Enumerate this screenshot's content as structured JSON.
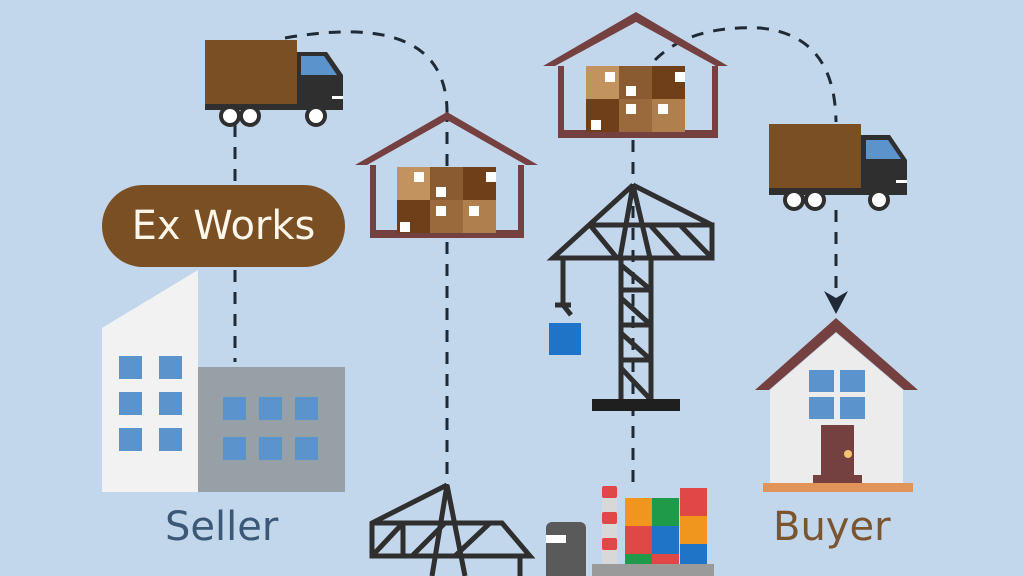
{
  "diagram": {
    "title": "Ex Works",
    "nodes": [
      {
        "id": "seller",
        "label": "Seller",
        "icon": "factory-building-icon"
      },
      {
        "id": "truck-1",
        "icon": "delivery-truck-icon"
      },
      {
        "id": "warehouse-1",
        "icon": "warehouse-icon"
      },
      {
        "id": "port-crane-1",
        "icon": "port-crane-icon"
      },
      {
        "id": "warehouse-2",
        "icon": "warehouse-icon"
      },
      {
        "id": "tower-crane",
        "icon": "tower-crane-icon"
      },
      {
        "id": "container-ship",
        "icon": "container-ship-icon"
      },
      {
        "id": "truck-2",
        "icon": "delivery-truck-icon"
      },
      {
        "id": "buyer",
        "label": "Buyer",
        "icon": "house-icon"
      }
    ],
    "badge": {
      "label": "Ex Works"
    },
    "seller_label": "Seller",
    "buyer_label": "Buyer"
  },
  "colors": {
    "background": "#c3d7ec",
    "brown": "#7a4f24",
    "roof": "#744040",
    "truck_cab": "#2f2f2f",
    "window_blue": "#5b93cc",
    "seller_text": "#3b5876",
    "buyer_text": "#7a5530"
  }
}
